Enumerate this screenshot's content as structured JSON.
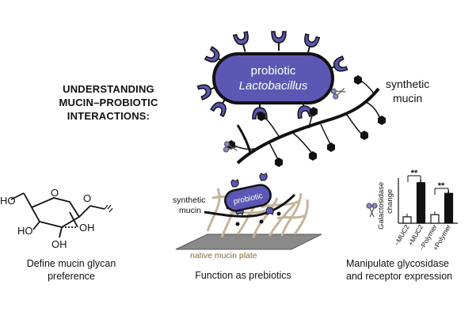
{
  "heading": [
    "UNDERSTANDING",
    "MUCIN–PROBIOTIC",
    "INTERACTIONS:"
  ],
  "main_illustration": {
    "cell_label_1": "probiotic",
    "cell_label_2": "Lactobacillus",
    "synthetic_mucin_1": "synthetic",
    "synthetic_mucin_2": "mucin",
    "colors": {
      "cell_fill": "#5b57b3",
      "receptor": "#5b57b3",
      "backbone": "#111111"
    }
  },
  "panel_left": {
    "atoms": {
      "ho_top": "HO",
      "ho_left": "HO",
      "oh_right": "OH",
      "oh_bottom": "OH",
      "ring_o": "O",
      "link_o": "O"
    },
    "caption_1": "Define mucin glycan",
    "caption_2": "preference"
  },
  "panel_middle": {
    "synthetic_1": "synthetic",
    "synthetic_2": "mucin",
    "cell_label": "probiotic",
    "plate_label": "native mucin plate",
    "caption": "Function as prebiotics"
  },
  "panel_right": {
    "ylabel_1": "Galactosidase",
    "ylabel_2": "change",
    "significance": [
      "**",
      "**"
    ],
    "categories": [
      "−MUC2",
      "+MUC2",
      "−Polymer",
      "+Polymer"
    ],
    "caption_1": "Manipulate glycosidase",
    "caption_2": "and receptor expression"
  },
  "chart_data": {
    "type": "bar",
    "categories": [
      "−MUC2",
      "+MUC2",
      "−Polymer",
      "+Polymer"
    ],
    "values": [
      0.15,
      0.95,
      0.2,
      0.7
    ],
    "ylabel": "Galactosidase change",
    "annotations": [
      "**",
      "**"
    ],
    "colors": [
      "#ffffff",
      "#111111",
      "#ffffff",
      "#111111"
    ]
  }
}
